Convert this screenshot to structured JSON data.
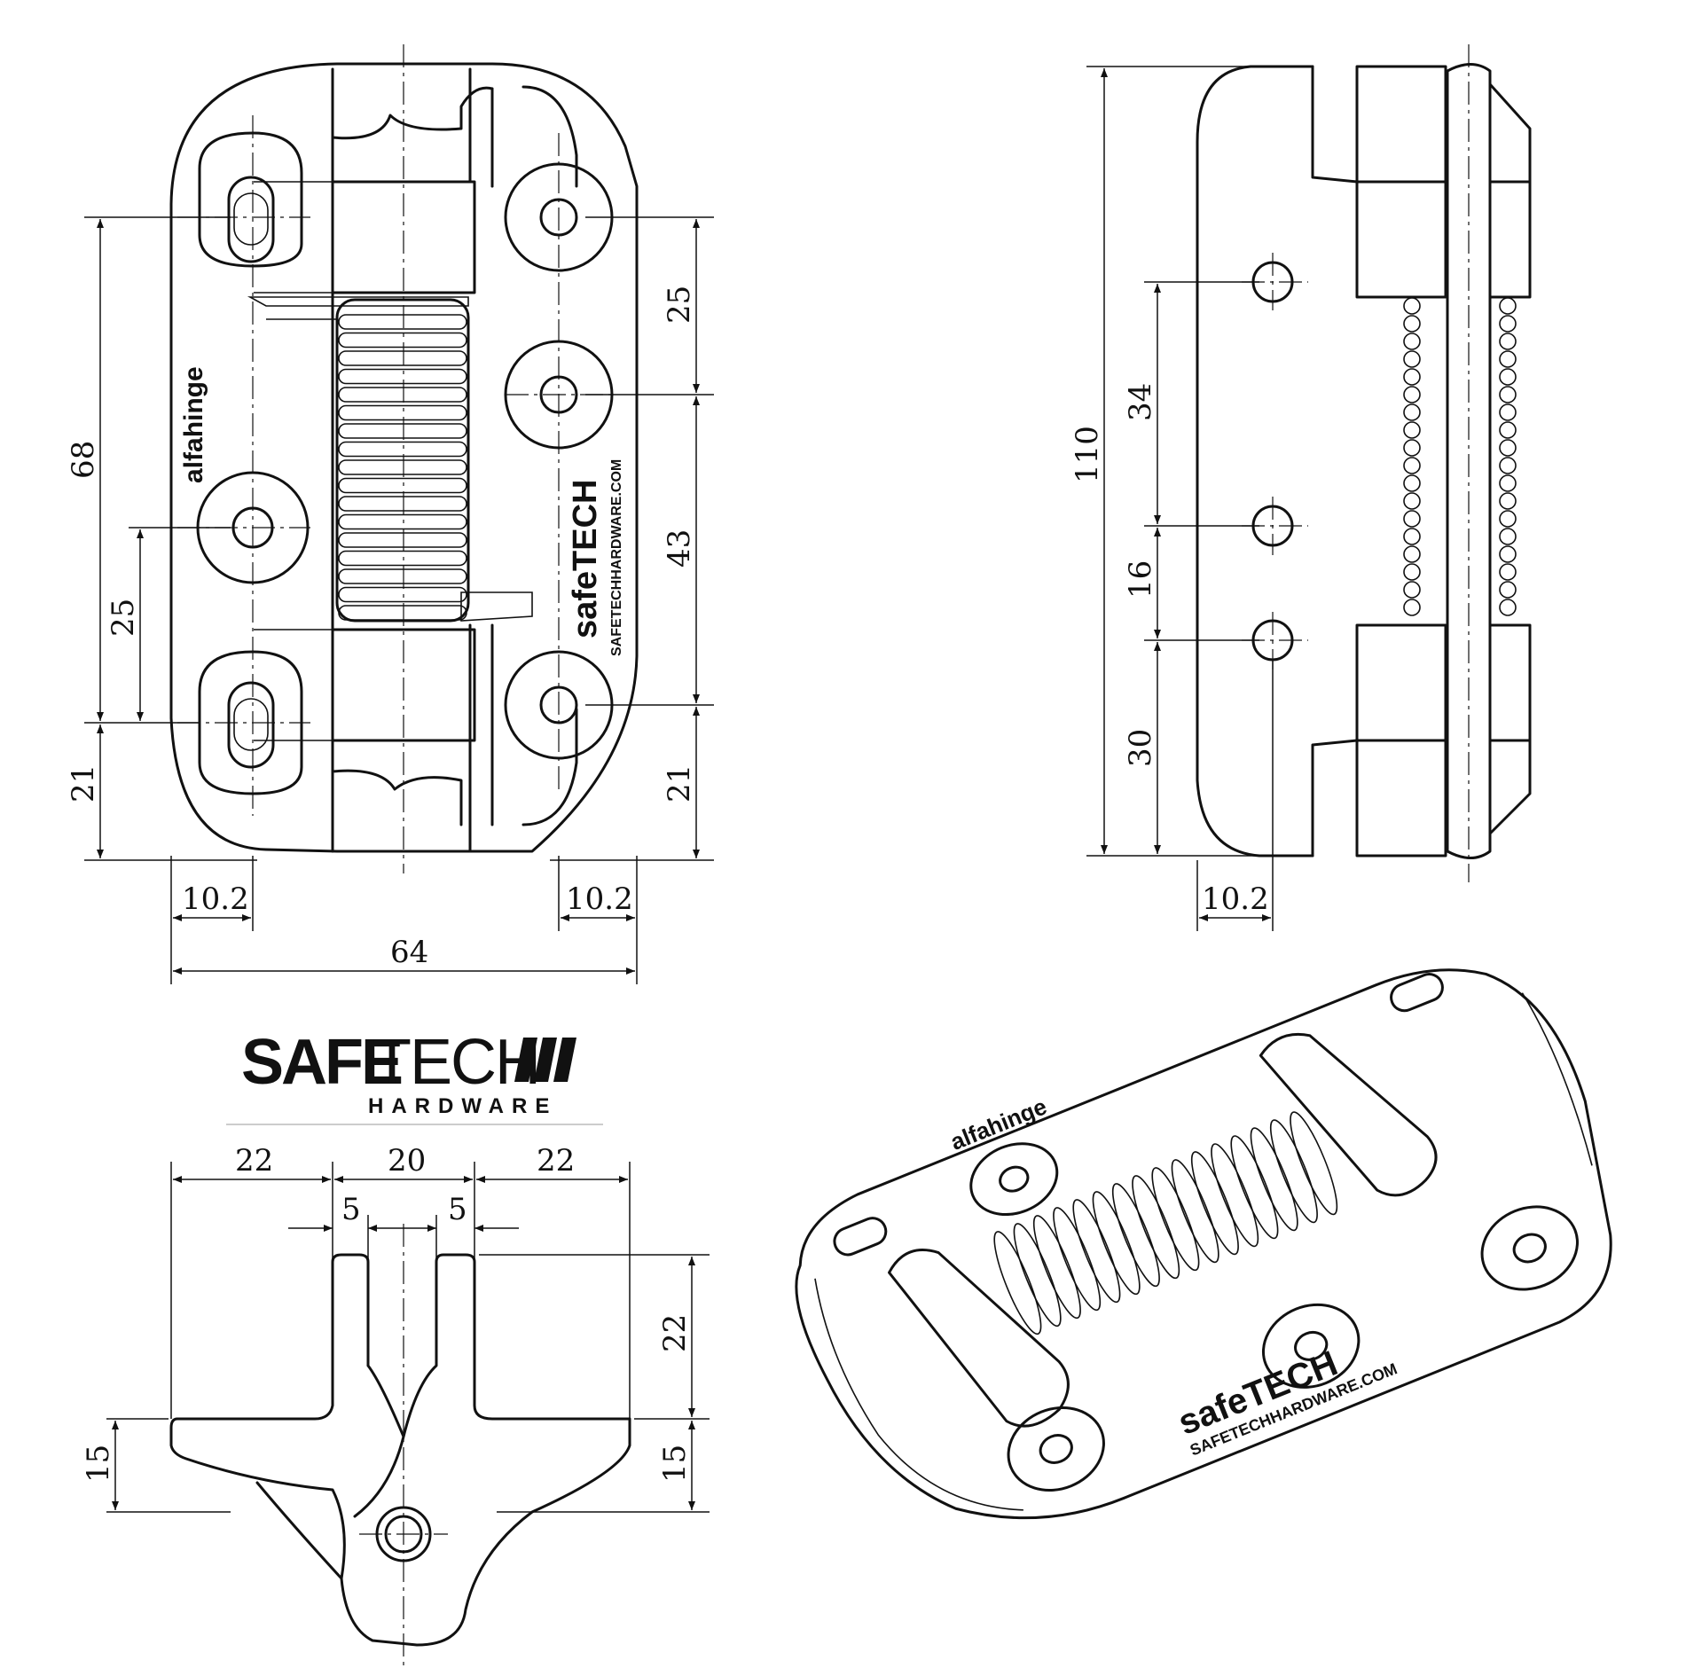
{
  "brand": {
    "logo_safe": "SAFE",
    "logo_tech": "TECH",
    "logo_sub": "HARDWARE",
    "embossed_logo": "safeTECH",
    "embossed_url": "SAFETECHHARDWARE.COM",
    "product_mark": "alfahinge"
  },
  "dimensions": {
    "front": {
      "width_total": "64",
      "edge_left": "10.2",
      "edge_right": "10.2",
      "span_68": "68",
      "span_25_left": "25",
      "bottom_21_left": "21",
      "top_25_right": "25",
      "mid_43_right": "43",
      "bottom_21_right": "21"
    },
    "side": {
      "height_total": "110",
      "gap_34": "34",
      "gap_16": "16",
      "bottom_30": "30",
      "edge_10_2": "10.2"
    },
    "top": {
      "flange_left": "22",
      "gap_mid": "20",
      "flange_right": "22",
      "leaf_left": "5",
      "leaf_right": "5",
      "height_22": "22",
      "height_15_left": "15",
      "height_15_right": "15"
    }
  },
  "colors": {
    "line": "#111111",
    "background": "#ffffff",
    "hatch": "#111111"
  }
}
